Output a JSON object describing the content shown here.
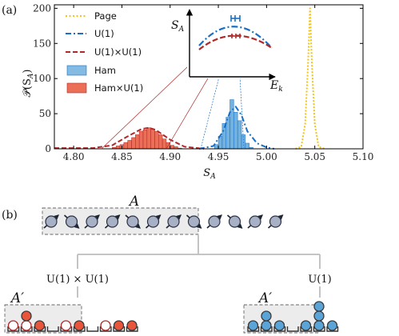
{
  "panel_a": {
    "label": "(a)",
    "ylabel": "𝒫(S",
    "ylabel_sub": "A",
    "ylabel_close": ")",
    "xlabel": "S",
    "xlabel_sub": "A",
    "inset": {
      "ylabel": "S",
      "ylabel_sub": "A",
      "xlabel": "E",
      "xlabel_sub": "k"
    }
  },
  "panel_b": {
    "label": "(b)",
    "subsystem_label": "A",
    "left_label": "U(1) × U(1)",
    "right_label": "U(1)",
    "left_subsystem_label": "A′",
    "right_subsystem_label": "A′"
  },
  "colors": {
    "page": "#f2c318",
    "u1": "#1a6fc4",
    "u1u1": "#b0292a",
    "ham": "#5aa4d8",
    "hamu1": "#e8553a",
    "spin": "#a7b0c4"
  },
  "chart_data": {
    "type": "histogram",
    "xlabel": "S_A",
    "ylabel": "𝒫(S_A)",
    "xlim": [
      4.78,
      5.1
    ],
    "ylim": [
      0,
      205
    ],
    "x_ticks": [
      "4.80",
      "4.85",
      "4.90",
      "4.95",
      "5.00",
      "5.05",
      "5.10"
    ],
    "y_ticks": [
      "0",
      "50",
      "100",
      "150",
      "200"
    ],
    "legend_position": "top-left",
    "series": [
      {
        "name": "Page",
        "style": "dotted",
        "x": [
          5.03,
          5.036,
          5.04,
          5.043,
          5.045,
          5.047,
          5.05,
          5.054,
          5.06
        ],
        "y": [
          0,
          3,
          35,
          120,
          200,
          120,
          35,
          3,
          0
        ]
      },
      {
        "name": "U(1)",
        "style": "dashdot",
        "x": [
          4.93,
          4.945,
          4.955,
          4.962,
          4.968,
          4.974,
          4.98,
          4.99,
          5.0,
          5.008
        ],
        "y": [
          0,
          4,
          25,
          52,
          60,
          48,
          25,
          8,
          2,
          0
        ]
      },
      {
        "name": "U(1)×U(1)",
        "style": "dashed",
        "x": [
          4.78,
          4.82,
          4.84,
          4.855,
          4.87,
          4.878,
          4.885,
          4.9,
          4.915,
          4.935
        ],
        "y": [
          1,
          1,
          5,
          17,
          28,
          30,
          27,
          13,
          3,
          0
        ]
      },
      {
        "name": "Ham",
        "style": "histogram",
        "bin_width": 0.004,
        "bins": [
          4.946,
          4.95,
          4.954,
          4.958,
          4.962,
          4.966,
          4.97,
          4.974,
          4.978,
          4.982
        ],
        "counts": [
          6,
          18,
          36,
          45,
          70,
          52,
          40,
          20,
          8,
          2
        ]
      },
      {
        "name": "Ham×U(1)",
        "style": "histogram",
        "bin_width": 0.004,
        "bins": [
          4.84,
          4.844,
          4.848,
          4.852,
          4.856,
          4.86,
          4.864,
          4.868,
          4.872,
          4.876,
          4.88,
          4.884,
          4.888,
          4.892,
          4.896,
          4.9,
          4.904,
          4.908
        ],
        "counts": [
          2,
          4,
          6,
          9,
          12,
          16,
          20,
          25,
          27,
          30,
          28,
          25,
          20,
          14,
          9,
          5,
          3,
          1
        ]
      }
    ]
  }
}
